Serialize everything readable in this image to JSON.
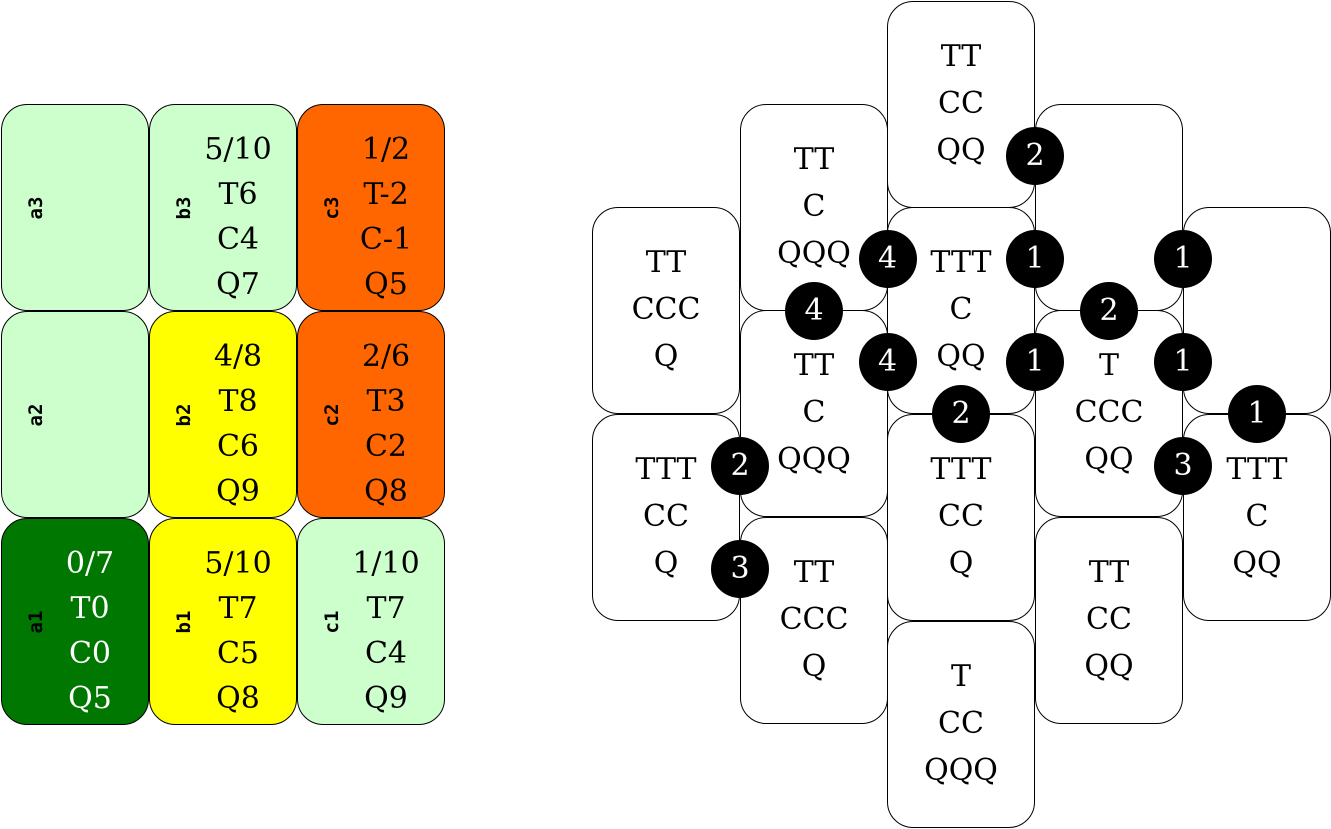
{
  "grid": {
    "colors": {
      "light_green": "#ccffcc",
      "yellow": "#ffff00",
      "orange": "#ff6600",
      "dark_green": "#007700"
    },
    "cells": [
      {
        "id": "a3",
        "label": "a3",
        "color": "#ccffcc",
        "lines": [],
        "text_color": "#000000"
      },
      {
        "id": "b3",
        "label": "b3",
        "color": "#ccffcc",
        "lines": [
          "5/10",
          "T6",
          "C4",
          "Q7"
        ],
        "text_color": "#000000"
      },
      {
        "id": "c3",
        "label": "c3",
        "color": "#ff6600",
        "lines": [
          "1/2",
          "T-2",
          "C-1",
          "Q5"
        ],
        "text_color": "#000000"
      },
      {
        "id": "a2",
        "label": "a2",
        "color": "#ccffcc",
        "lines": [],
        "text_color": "#000000"
      },
      {
        "id": "b2",
        "label": "b2",
        "color": "#ffff00",
        "lines": [
          "4/8",
          "T8",
          "C6",
          "Q9"
        ],
        "text_color": "#000000"
      },
      {
        "id": "c2",
        "label": "c2",
        "color": "#ff6600",
        "lines": [
          "2/6",
          "T3",
          "C2",
          "Q8"
        ],
        "text_color": "#000000"
      },
      {
        "id": "a1",
        "label": "a1",
        "color": "#007700",
        "lines": [
          "0/7",
          "T0",
          "C0",
          "Q5"
        ],
        "text_color": "#ffffff"
      },
      {
        "id": "b1",
        "label": "b1",
        "color": "#ffff00",
        "lines": [
          "5/10",
          "T7",
          "C5",
          "Q8"
        ],
        "text_color": "#000000"
      },
      {
        "id": "c1",
        "label": "c1",
        "color": "#ccffcc",
        "lines": [
          "1/10",
          "T7",
          "C4",
          "Q9"
        ],
        "text_color": "#000000"
      }
    ]
  },
  "hex": {
    "cards": [
      {
        "col": 2,
        "row": 0,
        "lines": [
          "TT",
          "CC",
          "QQ"
        ]
      },
      {
        "col": 1,
        "row": 1,
        "lines": [
          "TT",
          "C",
          "QQQ"
        ]
      },
      {
        "col": 3,
        "row": 1,
        "lines": []
      },
      {
        "col": 0,
        "row": 2,
        "lines": [
          "TT",
          "CCC",
          "Q"
        ]
      },
      {
        "col": 2,
        "row": 2,
        "lines": [
          "TTT",
          "C",
          "QQ"
        ]
      },
      {
        "col": 4,
        "row": 2,
        "lines": []
      },
      {
        "col": 1,
        "row": 3,
        "lines": [
          "TT",
          "C",
          "QQQ"
        ]
      },
      {
        "col": 3,
        "row": 3,
        "lines": [
          "T",
          "CCC",
          "QQ"
        ]
      },
      {
        "col": 0,
        "row": 4,
        "lines": [
          "TTT",
          "CC",
          "Q"
        ]
      },
      {
        "col": 2,
        "row": 4,
        "lines": [
          "TTT",
          "CC",
          "Q"
        ]
      },
      {
        "col": 4,
        "row": 4,
        "lines": [
          "TTT",
          "C",
          "QQ"
        ]
      },
      {
        "col": 1,
        "row": 5,
        "lines": [
          "TT",
          "CCC",
          "Q"
        ]
      },
      {
        "col": 3,
        "row": 5,
        "lines": [
          "TT",
          "CC",
          "QQ"
        ]
      },
      {
        "col": 2,
        "row": 6,
        "lines": [
          "T",
          "CC",
          "QQQ"
        ]
      }
    ],
    "badges": [
      {
        "value": "2",
        "between": "c2r0-c3r1"
      },
      {
        "value": "4",
        "between": "c1r1-c2r2"
      },
      {
        "value": "1",
        "between": "c2r2-c3r1"
      },
      {
        "value": "1",
        "between": "c3r1-c4r2"
      },
      {
        "value": "4",
        "between": "c1r1-c1r3"
      },
      {
        "value": "2",
        "between": "c3r1-c3r3"
      },
      {
        "value": "4",
        "between": "c1r3-c2r2"
      },
      {
        "value": "1",
        "between": "c2r2-c3r3"
      },
      {
        "value": "1",
        "between": "c3r3-c4r2"
      },
      {
        "value": "2",
        "between": "c2r2-c2r4"
      },
      {
        "value": "1",
        "between": "c4r2-c4r4"
      },
      {
        "value": "2",
        "between": "c0r4-c1r3"
      },
      {
        "value": "3",
        "between": "c3r3-c4r4"
      },
      {
        "value": "3",
        "between": "c0r4-c1r5"
      }
    ]
  }
}
